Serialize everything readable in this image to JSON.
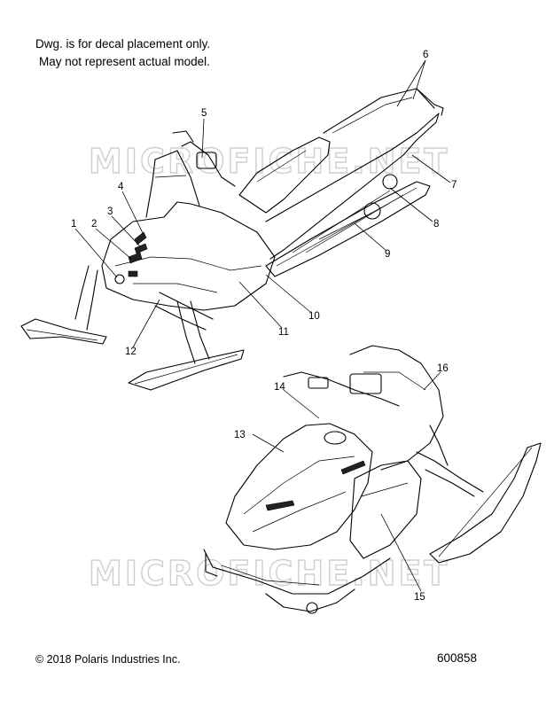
{
  "note": {
    "line1": "Dwg. is for decal placement only.",
    "line2": "May not represent actual model."
  },
  "footer": {
    "copyright": "© 2018 Polaris Industries Inc.",
    "drawing_number": "600858"
  },
  "watermark": {
    "text": "MICROFICHE.NET"
  },
  "callouts": [
    "1",
    "2",
    "3",
    "4",
    "5",
    "6",
    "7",
    "8",
    "9",
    "10",
    "11",
    "12",
    "13",
    "14",
    "15",
    "16"
  ]
}
